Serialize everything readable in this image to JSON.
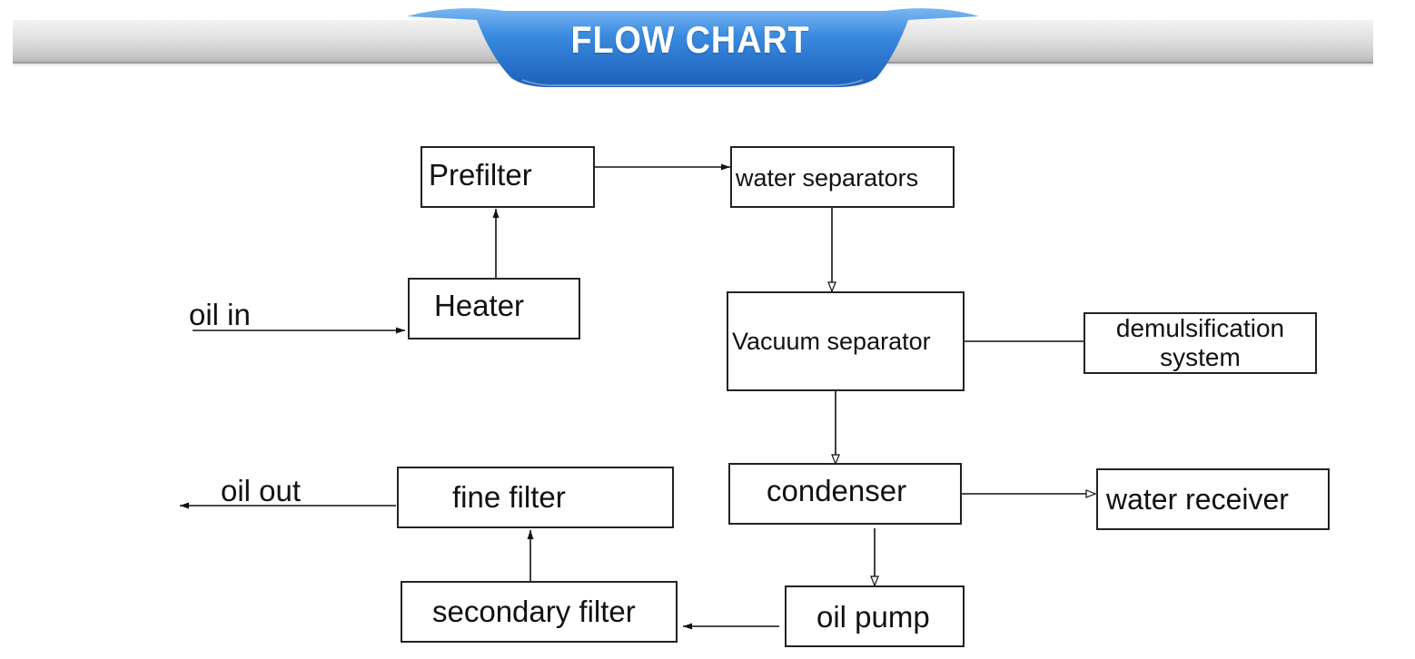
{
  "header": {
    "title": "FLOW CHART",
    "accent_color": "#2f7fd6"
  },
  "nodes": {
    "prefilter": "Prefilter",
    "water_separators": "water separators",
    "heater": "Heater",
    "vacuum_separator": "Vacuum separator",
    "demulsification": [
      "demulsification",
      "system"
    ],
    "condenser": "condenser",
    "water_receiver": "water receiver",
    "fine_filter": "fine filter",
    "secondary_filter": "secondary filter",
    "oil_pump": "oil pump"
  },
  "labels": {
    "oil_in": "oil in",
    "oil_out": "oil out"
  },
  "edges": [
    {
      "from": "oil_in",
      "to": "heater",
      "arrow": "filled"
    },
    {
      "from": "heater",
      "to": "prefilter",
      "arrow": "filled"
    },
    {
      "from": "prefilter",
      "to": "water_separators",
      "arrow": "filled"
    },
    {
      "from": "water_separators",
      "to": "vacuum_separator",
      "arrow": "open"
    },
    {
      "from": "vacuum_separator",
      "to": "demulsification",
      "arrow": "none"
    },
    {
      "from": "vacuum_separator",
      "to": "condenser",
      "arrow": "open"
    },
    {
      "from": "condenser",
      "to": "water_receiver",
      "arrow": "open"
    },
    {
      "from": "condenser",
      "to": "oil_pump",
      "arrow": "open"
    },
    {
      "from": "oil_pump",
      "to": "secondary_filter",
      "arrow": "filled"
    },
    {
      "from": "secondary_filter",
      "to": "fine_filter",
      "arrow": "filled"
    },
    {
      "from": "fine_filter",
      "to": "oil_out",
      "arrow": "filled"
    }
  ]
}
